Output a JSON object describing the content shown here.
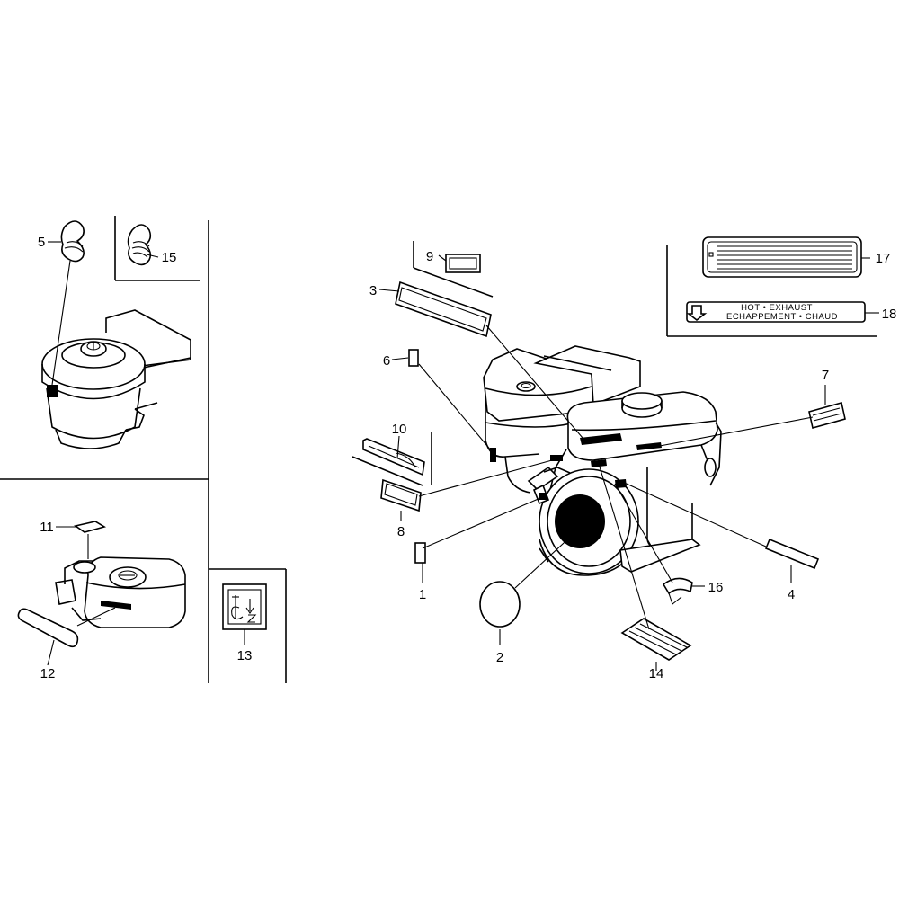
{
  "callouts": {
    "p1": "1",
    "p2": "2",
    "p3": "3",
    "p4": "4",
    "p5": "5",
    "p6": "6",
    "p7": "7",
    "p8": "8",
    "p9": "9",
    "p10": "10",
    "p11": "11",
    "p12": "12",
    "p13": "13",
    "p14": "14",
    "p15": "15",
    "p16": "16",
    "p17": "17",
    "p18": "18"
  },
  "exhaust_label": {
    "line1": "HOT • EXHAUST",
    "line2": "ECHAPPEMENT • CHAUD"
  }
}
